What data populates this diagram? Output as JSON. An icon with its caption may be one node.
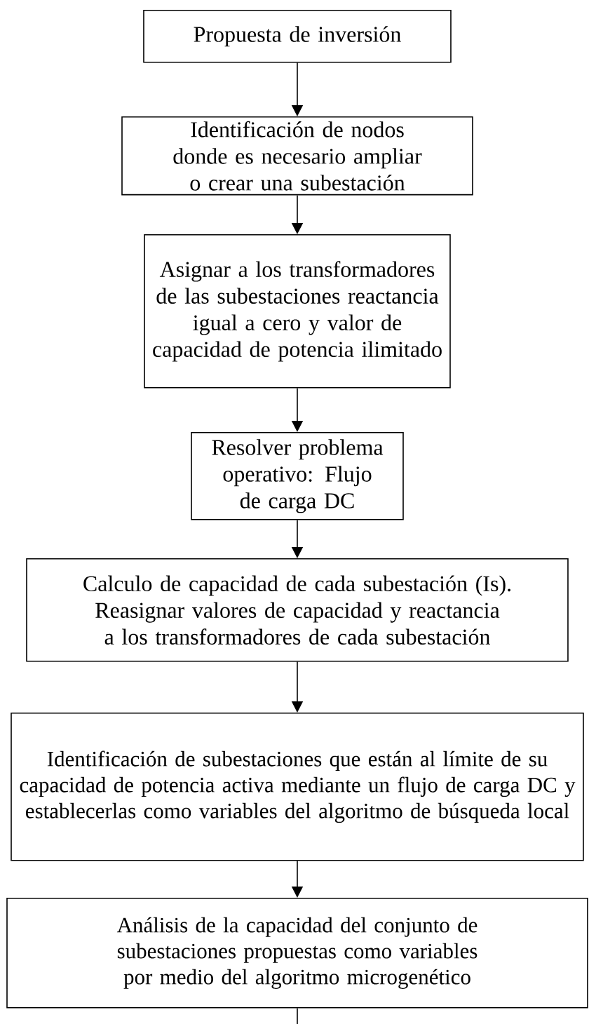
{
  "diagram": {
    "nodes": [
      {
        "text": [
          "Propuesta de inversión"
        ]
      },
      {
        "text": [
          "Identificación de nodos donde es necesario ampliar o crear una subestación"
        ]
      },
      {
        "text": [
          "Asignar a los transformadores de las subestaciones reactancia igual a cero y valor de capacidad de potencia ilimitado"
        ]
      },
      {
        "text": [
          "Resolver problema operativo: Flujo de carga DC"
        ]
      },
      {
        "text": [
          "Calculo de capacidad de cada subestación (Is). Reasignar valores de capacidad y reactancia a los transformadores de cada subestación"
        ]
      },
      {
        "text": [
          "Identificación de subestaciones que están al límite de su capacidad de potencia activa mediante un flujo de carga DC y establecerlas como variables del algoritmo de búsqueda local"
        ]
      },
      {
        "text": [
          "Análisis de la capacidad del conjunto de subestaciones propuestas como variables por medio del algoritmo microgenético"
        ]
      }
    ],
    "edges": [
      {
        "from": 0,
        "to": 1,
        "arrow": "to"
      },
      {
        "from": 1,
        "to": 2,
        "arrow": "to"
      },
      {
        "from": 2,
        "to": 3,
        "arrow": "to"
      },
      {
        "from": 3,
        "to": 4,
        "arrow": "to"
      },
      {
        "from": 4,
        "to": 5,
        "arrow": "to"
      },
      {
        "from": 5,
        "to": 6,
        "arrow": "to"
      },
      {
        "from": 6,
        "to": null,
        "arrow": "none"
      }
    ]
  }
}
